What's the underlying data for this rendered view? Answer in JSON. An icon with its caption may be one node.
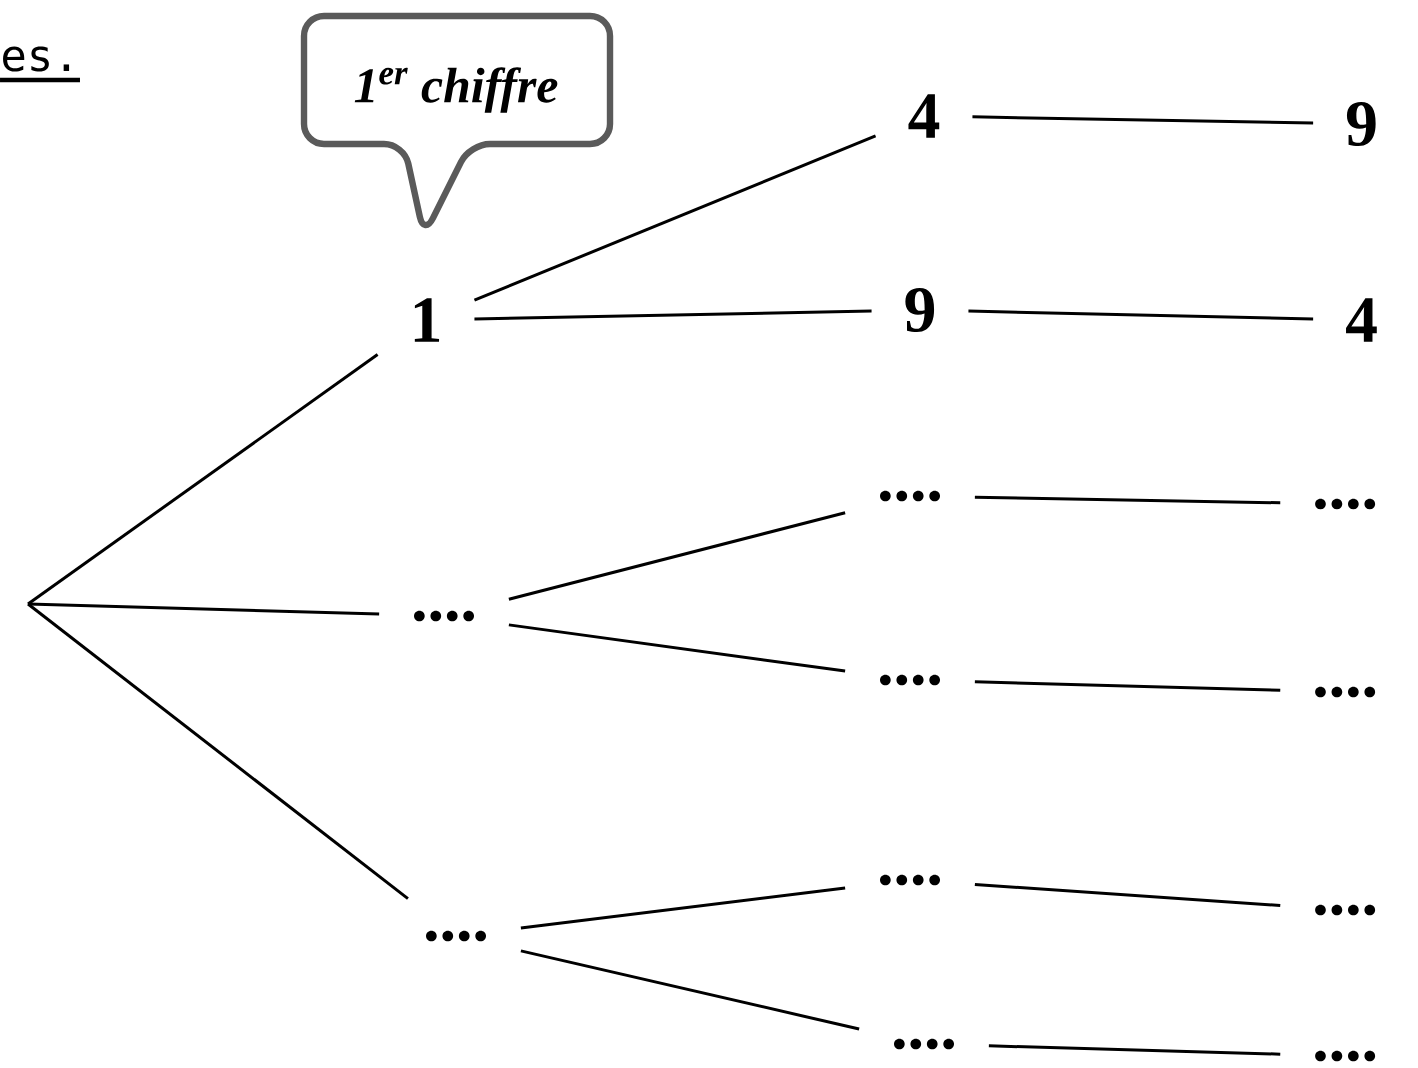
{
  "diagram": {
    "nodes": [
      {
        "text": [
          "1$^{er}$ chiffre"
        ]
      },
      {
        "text": [
          "1"
        ]
      },
      {
        "text": [
          "...."
        ]
      },
      {
        "text": [
          "...."
        ]
      },
      {
        "text": [
          "4"
        ]
      },
      {
        "text": [
          "9"
        ]
      },
      {
        "text": [
          "...."
        ]
      },
      {
        "text": [
          "...."
        ]
      },
      {
        "text": [
          "...."
        ]
      },
      {
        "text": [
          "...."
        ]
      },
      {
        "text": [
          "9"
        ]
      },
      {
        "text": [
          "4"
        ]
      },
      {
        "text": [
          "...."
        ]
      },
      {
        "text": [
          "...."
        ]
      },
      {
        "text": [
          "...."
        ]
      },
      {
        "text": [
          "...."
        ]
      }
    ],
    "edges": [
      {
        "from": null,
        "to": 1,
        "arrow": "none"
      },
      {
        "from": null,
        "to": 2,
        "arrow": "none"
      },
      {
        "from": null,
        "to": 3,
        "arrow": "none"
      },
      {
        "from": 1,
        "to": 4,
        "arrow": "none"
      },
      {
        "from": 1,
        "to": 5,
        "arrow": "none"
      },
      {
        "from": 2,
        "to": 6,
        "arrow": "none"
      },
      {
        "from": 2,
        "to": 7,
        "arrow": "none"
      },
      {
        "from": 3,
        "to": 8,
        "arrow": "none"
      },
      {
        "from": 3,
        "to": 9,
        "arrow": "none"
      },
      {
        "from": 4,
        "to": 10,
        "arrow": "none"
      },
      {
        "from": 5,
        "to": 11,
        "arrow": "none"
      },
      {
        "from": 6,
        "to": 12,
        "arrow": "none"
      },
      {
        "from": 7,
        "to": 13,
        "arrow": "none"
      },
      {
        "from": 8,
        "to": 14,
        "arrow": "none"
      },
      {
        "from": 9,
        "to": 15,
        "arrow": "none"
      }
    ],
    "labels": [
      "es."
    ]
  }
}
